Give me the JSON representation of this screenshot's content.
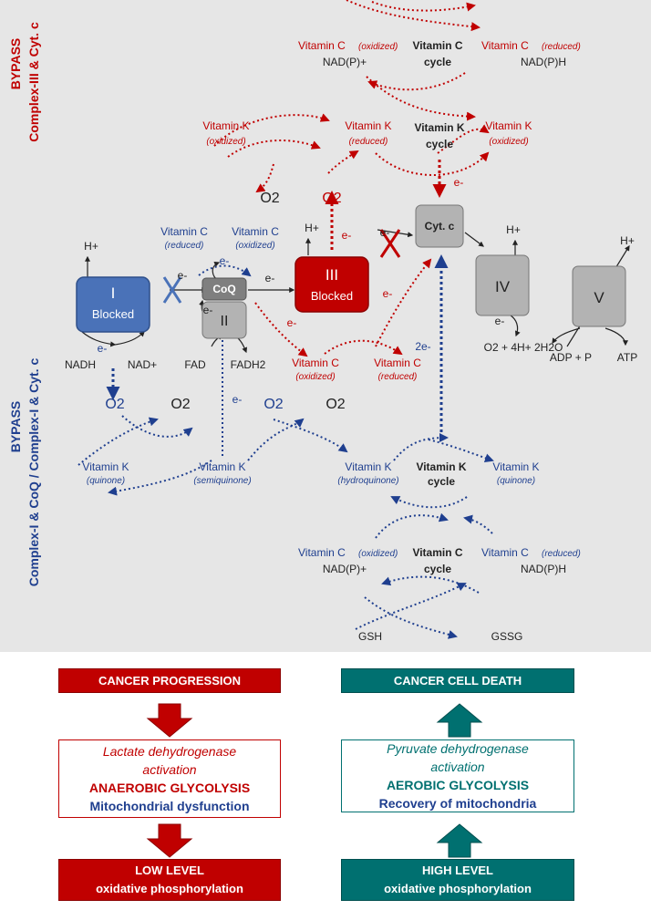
{
  "colors": {
    "red": "#c00000",
    "blue": "#1f3f8f",
    "teal": "#007070",
    "complex_blue": "#4a72b8",
    "complex_gray": "#b3b3b3",
    "panel_gray": "#e6e6e6"
  },
  "side_labels": {
    "top_bypass": "BYPASS",
    "top_sub": "Complex-III & Cyt. c",
    "bottom_bypass": "BYPASS",
    "bottom_sub": "Complex-I & CoQ / Complex-I & Cyt. c"
  },
  "top": {
    "vitc_ox": "Vitamin C",
    "vitc_ox_state": "(oxidized)",
    "nadp_plus": "NAD(P)+",
    "vitc_cycle_1": "Vitamin C",
    "vitc_cycle_2": "cycle",
    "vitc_red": "Vitamin C",
    "vitc_red_state": "(reduced)",
    "nadph": "NAD(P)H",
    "vitk_left": "Vitamin K",
    "vitk_left_state": "(oxidized)",
    "vitk_mid": "Vitamin K",
    "vitk_mid_state": "(reduced)",
    "vitk_cycle_1": "Vitamin K",
    "vitk_cycle_2": "cycle",
    "vitk_right": "Vitamin K",
    "vitk_right_state": "(oxidized)",
    "o2": "O2",
    "o2_radical": "O2"
  },
  "etc": {
    "c1_roman": "I",
    "c1_status": "Blocked",
    "coq": "CoQ",
    "c2_roman": "II",
    "c3_roman": "III",
    "c3_status": "Blocked",
    "cytc": "Cyt. c",
    "c4_roman": "IV",
    "c5_roman": "V",
    "h_plus": "H+",
    "e_minus": "e-",
    "two_e": "2e-",
    "nadh": "NADH",
    "nad_plus": "NAD+",
    "fad": "FAD",
    "fadh2": "FADH2",
    "water_eq": "O2 + 4H+  2H2O",
    "adp": "ADP + P",
    "atp": "ATP",
    "vitc_red": "Vitamin C",
    "vitc_red_state": "(reduced)",
    "vitc_ox": "Vitamin C",
    "vitc_ox_state": "(oxidized)",
    "vitc_ox2": "Vitamin C",
    "vitc_ox2_state": "(oxidized)",
    "vitc_red2": "Vitamin C",
    "vitc_red2_state": "(reduced)"
  },
  "bottom": {
    "o2_radical": "O2",
    "o2": "O2",
    "vitk_quinone": "Vitamin K",
    "vitk_quinone_state": "(quinone)",
    "vitk_semi": "Vitamin K",
    "vitk_semi_state": "(semiquinone)",
    "vitk_hydro": "Vitamin K",
    "vitk_hydro_state": "(hydroquinone)",
    "vitk_cycle_1": "Vitamin K",
    "vitk_cycle_2": "cycle",
    "vitk_quinone2": "Vitamin K",
    "vitk_quinone2_state": "(quinone)",
    "vitc_ox": "Vitamin C",
    "vitc_ox_state": "(oxidized)",
    "nadp_plus": "NAD(P)+",
    "vitc_cycle_1": "Vitamin C",
    "vitc_cycle_2": "cycle",
    "vitc_red": "Vitamin C",
    "vitc_red_state": "(reduced)",
    "nadph": "NAD(P)H",
    "gsh": "GSH",
    "gssg": "GSSG"
  },
  "left_column": {
    "top": "CANCER PROGRESSION",
    "mid_line1": "Lactate dehydrogenase",
    "mid_line2": "activation",
    "mid_line3": "ANAEROBIC GLYCOLYSIS",
    "mid_line4": "Mitochondrial dysfunction",
    "bottom_line1": "LOW LEVEL",
    "bottom_line2": "oxidative phosphorylation"
  },
  "right_column": {
    "top": "CANCER CELL DEATH",
    "mid_line1": "Pyruvate dehydrogenase",
    "mid_line2": "activation",
    "mid_line3": "AEROBIC GLYCOLYSIS",
    "mid_line4": "Recovery of mitochondria",
    "bottom_line1": "HIGH LEVEL",
    "bottom_line2": "oxidative phosphorylation"
  }
}
